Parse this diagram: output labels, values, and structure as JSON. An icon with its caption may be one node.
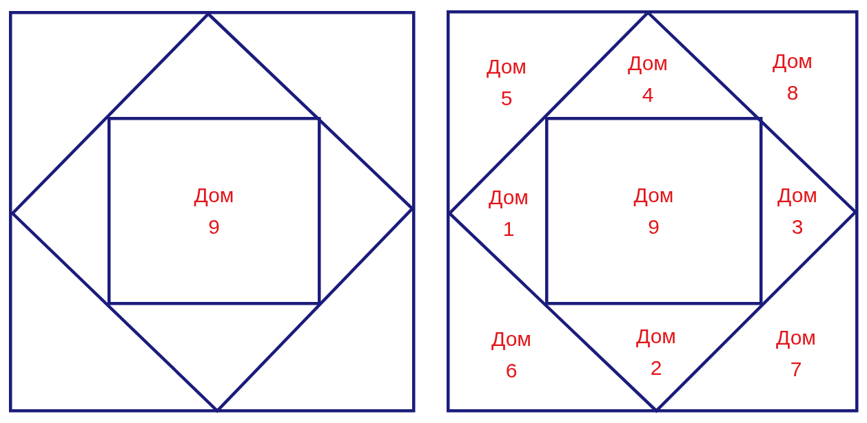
{
  "diagram": {
    "nodes": [
      {
        "text": [],
        "shape": "box"
      },
      {
        "text": [],
        "shape": "diamond",
        "in": 0
      },
      {
        "text": [
          "Дом 9"
        ],
        "in": 1
      },
      {
        "text": [],
        "shape": "box"
      },
      {
        "text": [],
        "shape": "diamond",
        "in": 3
      },
      {
        "text": [
          "Дом 9"
        ],
        "in": 4
      }
    ],
    "labels": [
      "Дом 5",
      "Дом 4",
      "Дом 8",
      "Дом 1",
      "Дом 3",
      "Дом 6",
      "Дом 2",
      "Дом 7"
    ]
  }
}
